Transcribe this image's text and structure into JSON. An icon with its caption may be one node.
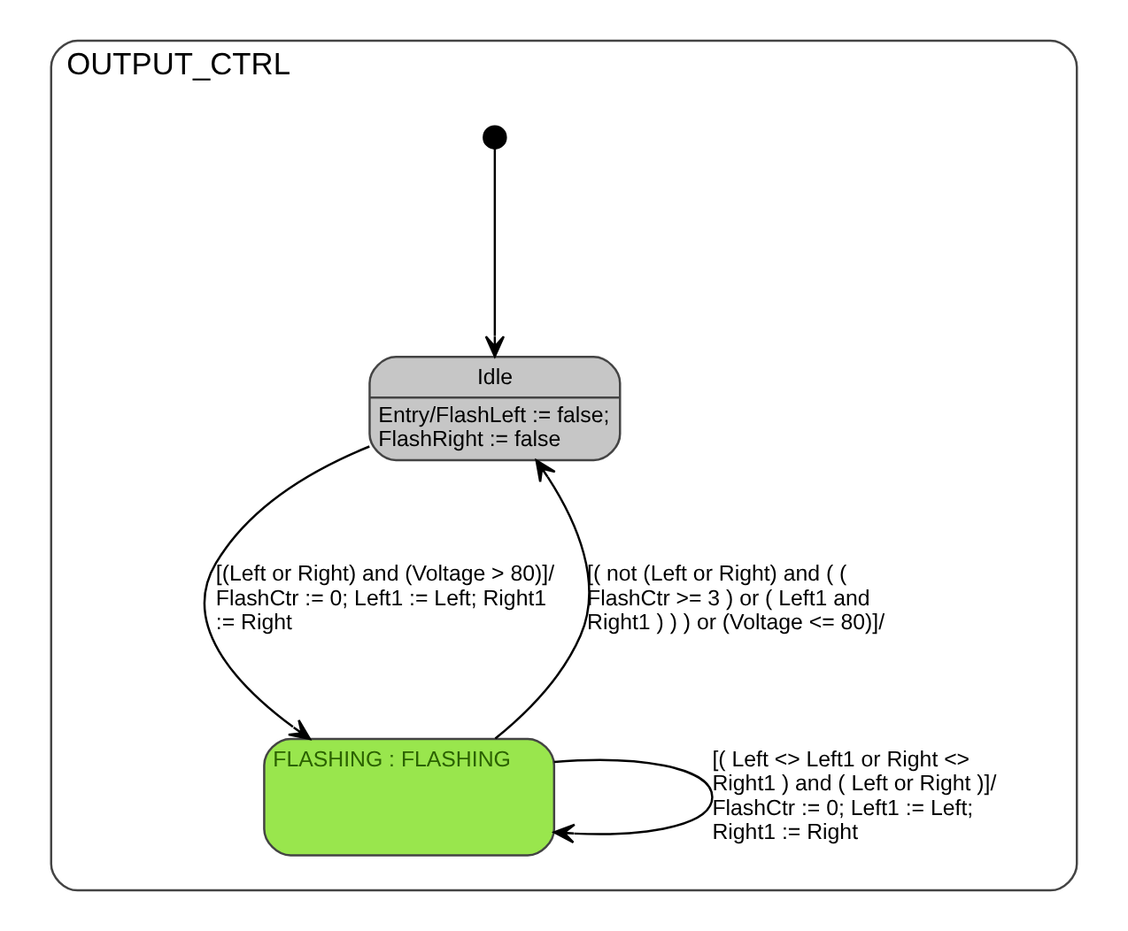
{
  "diagram": {
    "nodes": [
      {
        "text": [
          "OUTPUT_CTRL"
        ]
      },
      {
        "text": [],
        "shape": "circle",
        "in": 0
      },
      {
        "text": [
          "Idle",
          "Entry/FlashLeft := false; FlashRight := false"
        ],
        "in": 0
      },
      {
        "text": [
          "FLASHING : FLASHING"
        ],
        "in": 0
      }
    ],
    "edges": [
      {
        "from": 1,
        "to": 2,
        "arrow": "to"
      },
      {
        "from": 2,
        "to": 3,
        "arrow": "to",
        "label": "[(Left or Right) and (Voltage > 80)]/ FlashCtr := 0; Left1 := Left; Right1 := Right"
      },
      {
        "from": 3,
        "to": 2,
        "arrow": "to",
        "label": "[( not (Left or Right) and ( ( FlashCtr >= 3 ) or ( Left1 and Right1 ) ) ) or (Voltage <= 80)]/"
      },
      {
        "from": 3,
        "to": 3,
        "arrow": "to",
        "label": "[( Left <> Left1 or Right <> Right1 ) and ( Left or Right )]/ FlashCtr := 0; Left1 := Left; Right1 := Right"
      }
    ]
  }
}
